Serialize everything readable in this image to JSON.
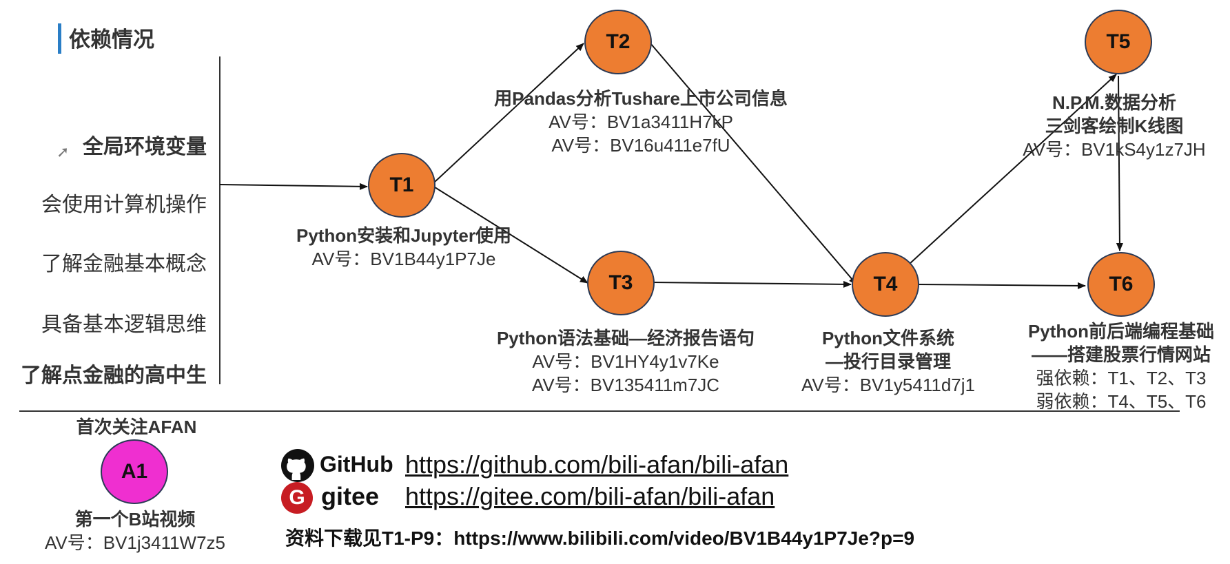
{
  "title": "依赖情况",
  "requirements": [
    "全局环境变量",
    "会使用计算机操作",
    "了解金融基本概念",
    "具备基本逻辑思维",
    "了解点金融的高中生"
  ],
  "nodes": {
    "T1": {
      "id": "T1",
      "title": "Python安装和Jupyter使用",
      "av": [
        "AV号：BV1B44y1P7Je"
      ]
    },
    "T2": {
      "id": "T2",
      "title": "用Pandas分析Tushare上市公司信息",
      "av": [
        "AV号：BV1a3411H7kP",
        "AV号：BV16u411e7fU"
      ]
    },
    "T3": {
      "id": "T3",
      "title": "Python语法基础—经济报告语句",
      "av": [
        "AV号：BV1HY4y1v7Ke",
        "AV号：BV135411m7JC"
      ]
    },
    "T4": {
      "id": "T4",
      "title_lines": [
        "Python文件系统",
        "—投行目录管理"
      ],
      "av": [
        "AV号：BV1y5411d7j1"
      ]
    },
    "T5": {
      "id": "T5",
      "title_lines": [
        "N.P.M.数据分析",
        "三剑客绘制K线图"
      ],
      "av": [
        "AV号：BV1kS4y1z7JH"
      ]
    },
    "T6": {
      "id": "T6",
      "title_lines": [
        "Python前后端编程基础",
        "——搭建股票行情网站"
      ],
      "deps": [
        "强依赖：T1、T2、T3",
        "弱依赖：T4、T5、T6"
      ]
    },
    "A1": {
      "id": "A1",
      "header": "首次关注AFAN",
      "title": "第一个B站视频",
      "av": "AV号：BV1j3411W7z5"
    }
  },
  "footer": {
    "github_label": "GitHub",
    "github_url": "https://github.com/bili-afan/bili-afan",
    "gitee_label": "gitee",
    "gitee_url": "https://gitee.com/bili-afan/bili-afan",
    "download_note": "资料下载见T1-P9：https://www.bilibili.com/video/BV1B44y1P7Je?p=9"
  },
  "colors": {
    "node": "#ed7d31",
    "node_border": "#2b3a55",
    "a1": "#ef2fd0",
    "title_bar": "#2a7ec6",
    "gitee": "#c71d23"
  },
  "icons": [
    "github-icon",
    "gitee-icon",
    "cursor-icon"
  ]
}
